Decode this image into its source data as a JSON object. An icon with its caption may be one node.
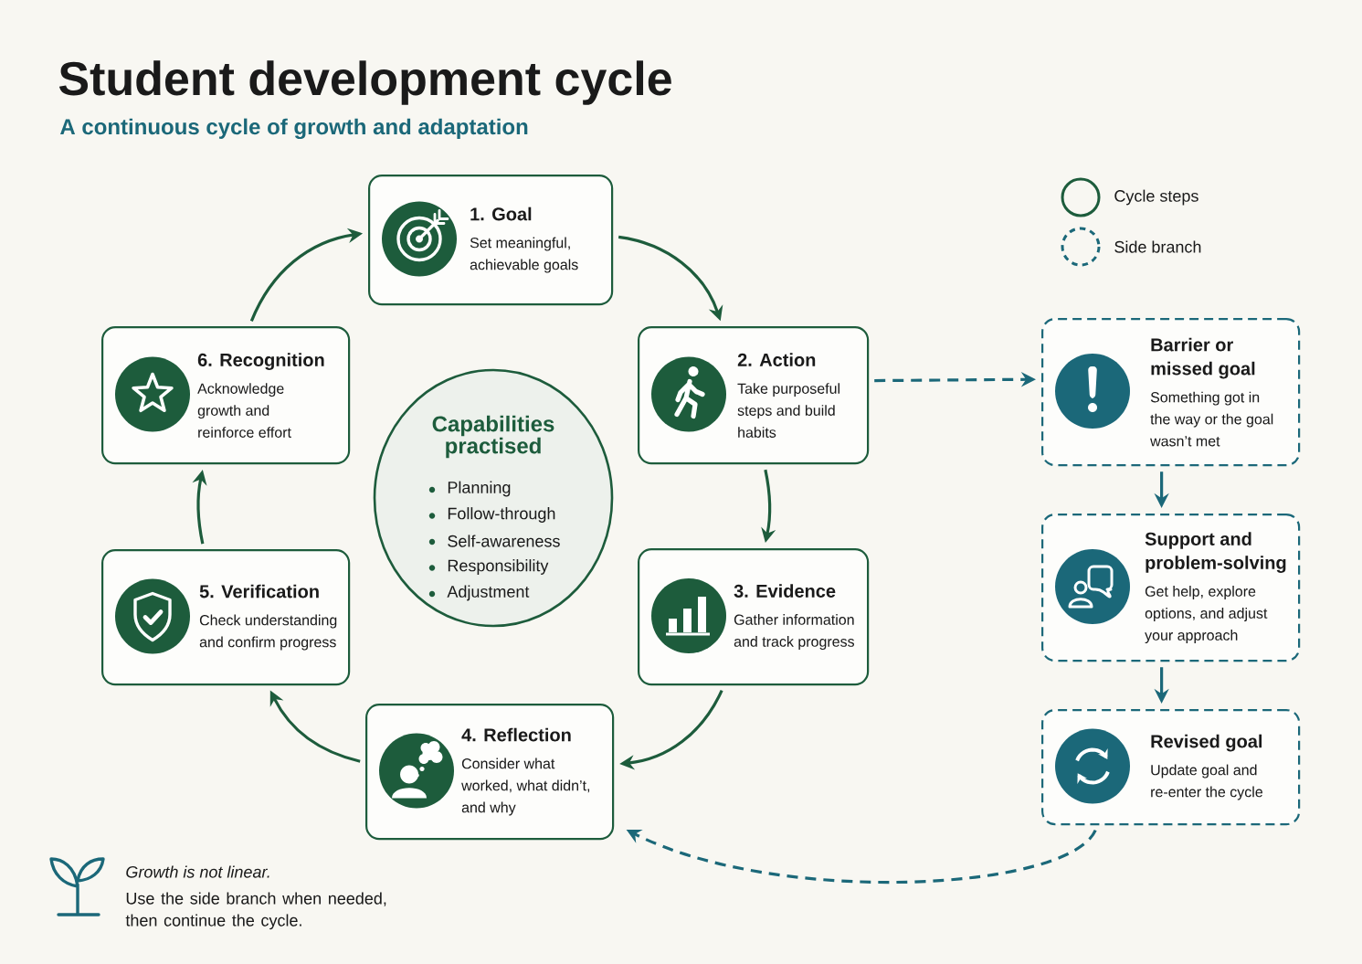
{
  "diagram": {
    "title": "Student development cycle",
    "nodes": [
      {
        "text": [
          "1. Goal",
          "Set meaningful, achievable goals"
        ]
      },
      {
        "text": [
          "2. Action",
          "Take purposeful steps and build habits"
        ]
      },
      {
        "text": [
          "3. Evidence",
          "Gather information and track progress"
        ]
      },
      {
        "text": [
          "4. Reflection",
          "Consider what worked, what didn’t, and why"
        ]
      },
      {
        "text": [
          "5. Verification",
          "Check understanding and confirm progress"
        ]
      },
      {
        "text": [
          "6. Recognition",
          "Acknowledge growth and reinforce effort"
        ]
      },
      {
        "text": [
          "Capabilities practised",
          "Planning",
          "Follow-through",
          "Self-awareness",
          "Responsibility",
          "Adjustment"
        ]
      },
      {
        "text": [
          "Barrier or missed goal",
          "Something got in the way or the goal wasn’t met"
        ]
      },
      {
        "text": [
          "Support and problem-solving",
          "Get help, explore options, and adjust your approach"
        ]
      },
      {
        "text": [
          "Revised goal",
          "Update goal and re-enter the cycle"
        ]
      }
    ],
    "edges": [
      {
        "from": 0,
        "to": 1,
        "arrow": "to"
      },
      {
        "from": 1,
        "to": 2,
        "arrow": "to"
      },
      {
        "from": 2,
        "to": 3,
        "arrow": "to"
      },
      {
        "from": 3,
        "to": 4,
        "arrow": "to"
      },
      {
        "from": 4,
        "to": 5,
        "arrow": "to"
      },
      {
        "from": 5,
        "to": 0,
        "arrow": "to"
      },
      {
        "from": 1,
        "to": 7,
        "arrow": "to",
        "style": "dashed",
        "color": "#1b6879"
      },
      {
        "from": 7,
        "to": 8,
        "arrow": "to",
        "color": "#1b6879"
      },
      {
        "from": 8,
        "to": 9,
        "arrow": "to",
        "color": "#1b6879"
      },
      {
        "from": 9,
        "to": 3,
        "arrow": "to",
        "style": "dashed",
        "color": "#1b6879"
      }
    ],
    "labels": [
      "A continuous cycle of growth and adaptation",
      "Growth is not linear.",
      "Use the side branch when needed, then continue the cycle."
    ],
    "legend": [
      {
        "text": "Cycle steps"
      },
      {
        "text": "Side branch"
      }
    ]
  }
}
